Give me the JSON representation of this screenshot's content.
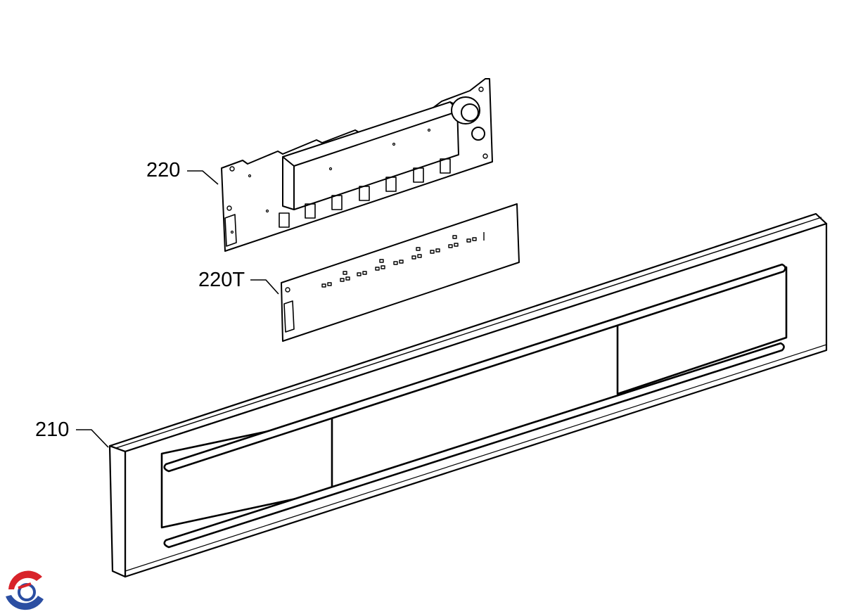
{
  "callouts": {
    "control_board": "220",
    "touch_board": "220T",
    "front_panel": "210"
  },
  "logo": {
    "colors": {
      "red": "#d8232a",
      "blue": "#2b4ea2"
    }
  },
  "colors": {
    "line": "#000000",
    "background": "#ffffff"
  }
}
